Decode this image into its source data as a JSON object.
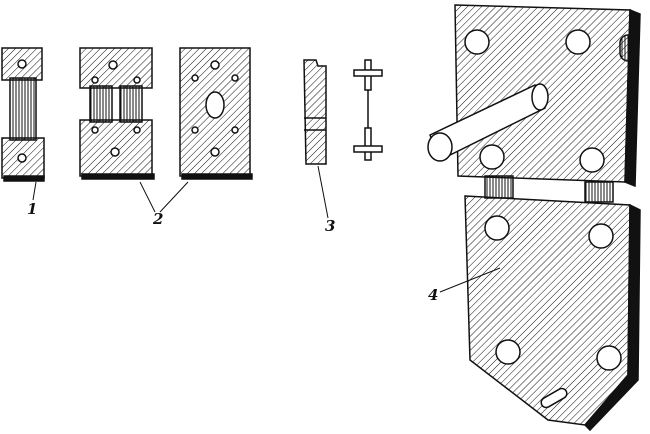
{
  "figure": {
    "labels": {
      "part1": "1",
      "part2": "2",
      "part3": "3",
      "part4": "4"
    },
    "colors": {
      "ink": "#111111",
      "paper": "#ffffff"
    }
  }
}
